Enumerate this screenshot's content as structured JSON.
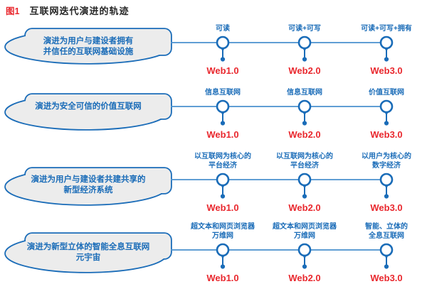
{
  "title": {
    "tag": "图1",
    "text": "互联网迭代演进的轨迹"
  },
  "colors": {
    "blue": "#1a6cb8",
    "line_blue": "#4a90ce",
    "red": "#e9282e",
    "fill_gray": "#ececec",
    "title_dark": "#262626",
    "bg": "#ffffff"
  },
  "rows": [
    {
      "stage_lines": [
        "演进为用户与建设者拥有",
        "并信任的互联网基础设施"
      ],
      "points": [
        {
          "label_lines": [
            "可读"
          ],
          "era": "Web1.0"
        },
        {
          "label_lines": [
            "可读+可写"
          ],
          "era": "Web2.0"
        },
        {
          "label_lines": [
            "可读+可写+拥有"
          ],
          "era": "Web3.0"
        }
      ]
    },
    {
      "stage_lines": [
        "演进为安全可信的价值互联网"
      ],
      "points": [
        {
          "label_lines": [
            "信息互联网"
          ],
          "era": "Web1.0"
        },
        {
          "label_lines": [
            "信息互联网"
          ],
          "era": "Web2.0"
        },
        {
          "label_lines": [
            "价值互联网"
          ],
          "era": "Web3.0"
        }
      ]
    },
    {
      "stage_lines": [
        "演进为用户与建设者共建共享的",
        "新型经济系统"
      ],
      "points": [
        {
          "label_lines": [
            "以互联网为核心的",
            "平台经济"
          ],
          "era": "Web1.0"
        },
        {
          "label_lines": [
            "以互联网为核心的",
            "平台经济"
          ],
          "era": "Web2.0"
        },
        {
          "label_lines": [
            "以用户为核心的",
            "数字经济"
          ],
          "era": "Web3.0"
        }
      ]
    },
    {
      "stage_lines": [
        "演进为新型立体的智能全息互联网",
        "元宇宙"
      ],
      "points": [
        {
          "label_lines": [
            "超文本和网页浏览器",
            "万维网"
          ],
          "era": "Web1.0"
        },
        {
          "label_lines": [
            "超文本和网页浏览器",
            "万维网"
          ],
          "era": "Web2.0"
        },
        {
          "label_lines": [
            "智能、立体的",
            "全息互联网"
          ],
          "era": "Web3.0"
        }
      ]
    }
  ]
}
